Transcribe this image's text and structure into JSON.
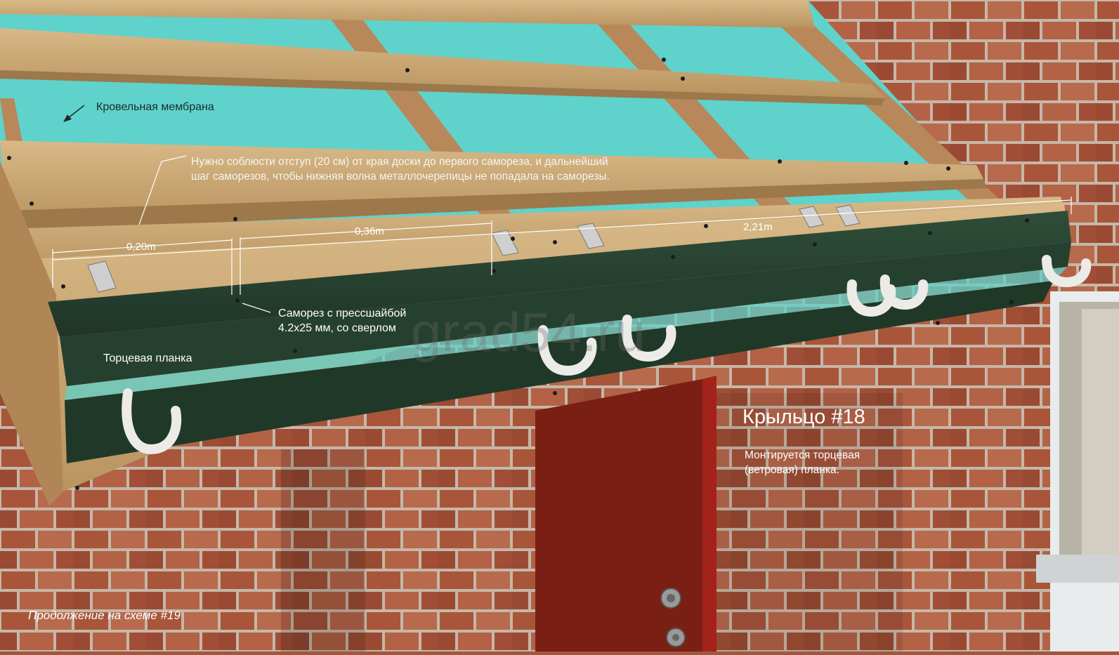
{
  "labels": {
    "membrane": "Кровельная мембрана",
    "offset_note_line1": "Нужно соблюсти отступ (20 см) от края доски до первого самореза, и дальнейший",
    "offset_note_line2": "шаг саморезов, чтобы нижняя волна металлочерепицы не попадала на саморезы.",
    "screw_line1": "Саморез с прессшайбой",
    "screw_line2": "4.2x25 мм, со сверлом",
    "end_plank": "Торцевая планка",
    "title": "Крыльцо #18",
    "subtitle_line1": "Монтируется торцевая",
    "subtitle_line2": "(ветровая) планка.",
    "continuation": "Продолжение на схеме #19",
    "watermark": "grad54.ru"
  },
  "dimensions": [
    {
      "label": "0,20m",
      "value_m": 0.2
    },
    {
      "label": "0,36m",
      "value_m": 0.36
    },
    {
      "label": "2,21m",
      "value_m": 2.21
    }
  ],
  "colors": {
    "membrane": "#5fd2cc",
    "wood": "#c9a877",
    "brick": "#a4563c",
    "mortar": "#c8b8aa",
    "plank": "#2a4633",
    "door": "#7a1f14",
    "bracket": "#ecebe8"
  }
}
